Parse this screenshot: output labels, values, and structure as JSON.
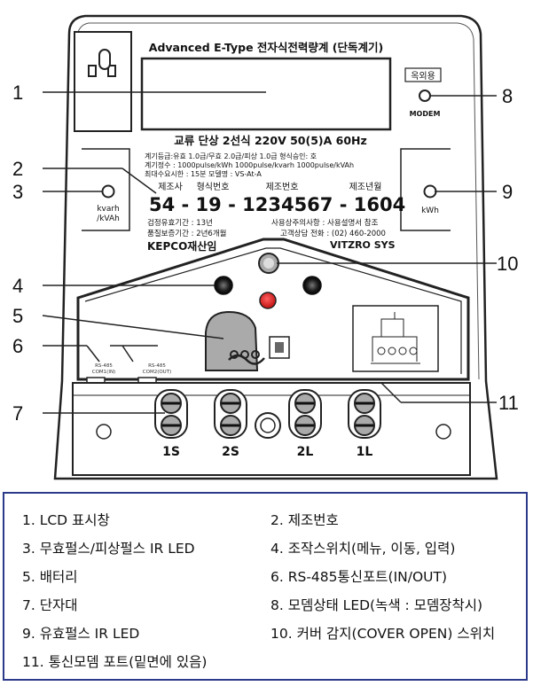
{
  "meter": {
    "title": "Advanced E-Type 전자식전력량계 (단독계기)",
    "spec_line": "교류 단상 2선식 220V 50(5)A 60Hz",
    "modem_badge": "옥외용",
    "modem_text": "MODEM",
    "info_lines": [
      "계기등급:유효 1.0급/무효 2.0급/피상 1.0급  형식승인:        호",
      "계기정수 : 1000pulse/kWh     1000pulse/kvarh    1000pulse/kVAh",
      "최대수요시한 : 15분                       모델명 : VS-At-A"
    ],
    "serial_labels": [
      "제조사",
      "형식번호",
      "제조번호",
      "제조년월"
    ],
    "serial_number": "54 - 19 - 1234567 - 1604",
    "lower_info_left": [
      "검정유효기간 : 13년",
      "품질보증기간 : 2년6개월"
    ],
    "lower_info_right": [
      "사용상주의사항 : 사용설명서 참조",
      "고객상담 전화 : (02) 460-2000"
    ],
    "brand_left": "KEPCO재산임",
    "brand_right": "VITZRO SYS",
    "kvarh_label": [
      "kvarh",
      "/kVAh"
    ],
    "kwh_label": "kWh",
    "rs485_in": [
      "RS-485",
      "COM1(IN)"
    ],
    "rs485_out": [
      "RS-485",
      "COM2(OUT)"
    ],
    "terminals": [
      "1S",
      "2S",
      "2L",
      "1L"
    ]
  },
  "callouts": {
    "n1": "1",
    "n2": "2",
    "n3": "3",
    "n4": "4",
    "n5": "5",
    "n6": "6",
    "n7": "7",
    "n8": "8",
    "n9": "9",
    "n10": "10",
    "n11": "11"
  },
  "legend": {
    "items": [
      "1. LCD 표시창",
      "2. 제조번호",
      "3. 무효펄스/피상펄스 IR LED",
      "4. 조작스위치(메뉴, 이동, 입력)",
      "5. 배터리",
      "6. RS-485통신포트(IN/OUT)",
      "7. 단자대",
      "8. 모뎀상태 LED(녹색 : 모뎀장착시)",
      "9. 유효펄스 IR LED",
      "10. 커버 감지(COVER OPEN) 스위치",
      "11. 통신모뎀 포트(밑면에 있음)"
    ]
  },
  "colors": {
    "border": "#2b3a8a",
    "led_red": "#e02020",
    "line": "#222222"
  }
}
